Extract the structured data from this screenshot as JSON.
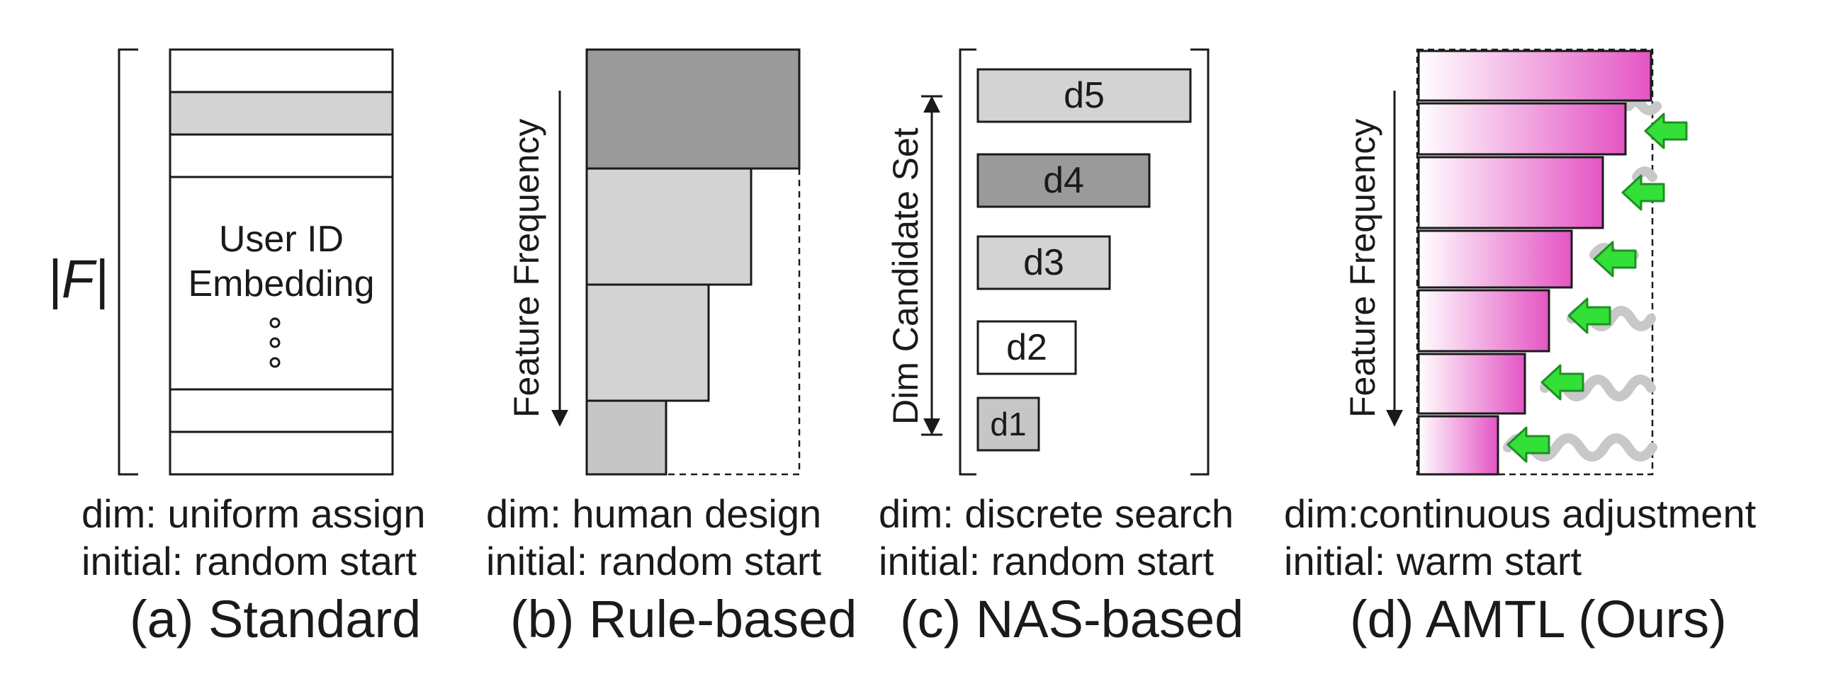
{
  "colors": {
    "light_gray": "#d3d3d3",
    "mid_gray": "#c6c6c6",
    "dark_gray": "#9a9a9a",
    "magenta": "#e455c4",
    "arrow_green": "#33e038",
    "wave_gray": "#c8c8c8"
  },
  "panels": {
    "a": {
      "caption": "(a) Standard",
      "line1": "dim: uniform assign",
      "line2": "initial: random start",
      "bracket_label": "|F|",
      "embed_line1": "User ID",
      "embed_line2": "Embedding"
    },
    "b": {
      "caption": "(b) Rule-based",
      "line1": "dim: human design",
      "line2": "initial: random start",
      "axis_label": "Feature Frequency"
    },
    "c": {
      "caption": "(c) NAS-based",
      "line1": "dim: discrete search",
      "line2": "initial: random start",
      "axis_label": "Dim Candidate Set",
      "candidates": [
        "d5",
        "d4",
        "d3",
        "d2",
        "d1"
      ]
    },
    "d": {
      "caption": "(d) AMTL (Ours)",
      "line1": "dim:continuous adjustment",
      "line2": "initial: warm start",
      "axis_label": "Feature Frequency"
    }
  }
}
